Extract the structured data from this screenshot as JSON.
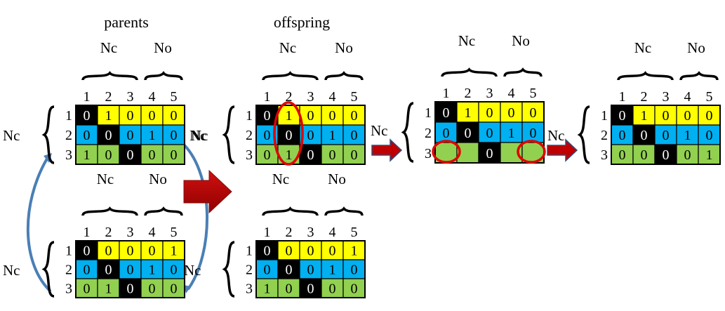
{
  "colors": {
    "row1": "#ffff00",
    "row2": "#00b0f0",
    "row3": "#92d050",
    "diag": "#000000",
    "arrow_red": "#c00000",
    "arrow_red_edge": "#2f4f7f",
    "curve_blue": "#4a7fb5",
    "circle_red": "#e00000"
  },
  "headings": {
    "parents": "parents",
    "offspring": "offspring"
  },
  "labels": {
    "nc": "Nc",
    "no": "No"
  },
  "column_numbers": [
    "1",
    "2",
    "3",
    "4",
    "5"
  ],
  "row_numbers": [
    "1",
    "2",
    "3"
  ],
  "matrices": {
    "parent_a": {
      "cells": [
        [
          "0",
          "1",
          "0",
          "0",
          "0"
        ],
        [
          "0",
          "0",
          "0",
          "1",
          "0"
        ],
        [
          "1",
          "0",
          "0",
          "0",
          "0"
        ]
      ]
    },
    "parent_b": {
      "cells": [
        [
          "0",
          "0",
          "0",
          "0",
          "1"
        ],
        [
          "0",
          "0",
          "0",
          "1",
          "0"
        ],
        [
          "0",
          "1",
          "0",
          "0",
          "0"
        ]
      ]
    },
    "offspring_a": {
      "cells": [
        [
          "0",
          "1",
          "0",
          "0",
          "0"
        ],
        [
          "0",
          "0",
          "0",
          "1",
          "0"
        ],
        [
          "0",
          "1",
          "0",
          "0",
          "0"
        ]
      ]
    },
    "offspring_b": {
      "cells": [
        [
          "0",
          "0",
          "0",
          "0",
          "1"
        ],
        [
          "0",
          "0",
          "0",
          "1",
          "0"
        ],
        [
          "1",
          "0",
          "0",
          "0",
          "0"
        ]
      ]
    },
    "repair": {
      "cells": [
        [
          "0",
          "1",
          "0",
          "0",
          "0"
        ],
        [
          "0",
          "0",
          "0",
          "1",
          "0"
        ],
        [
          "",
          "",
          "0",
          "",
          ""
        ]
      ]
    },
    "final": {
      "cells": [
        [
          "0",
          "1",
          "0",
          "0",
          "0"
        ],
        [
          "0",
          "0",
          "0",
          "1",
          "0"
        ],
        [
          "0",
          "0",
          "0",
          "0",
          "1"
        ]
      ]
    }
  }
}
